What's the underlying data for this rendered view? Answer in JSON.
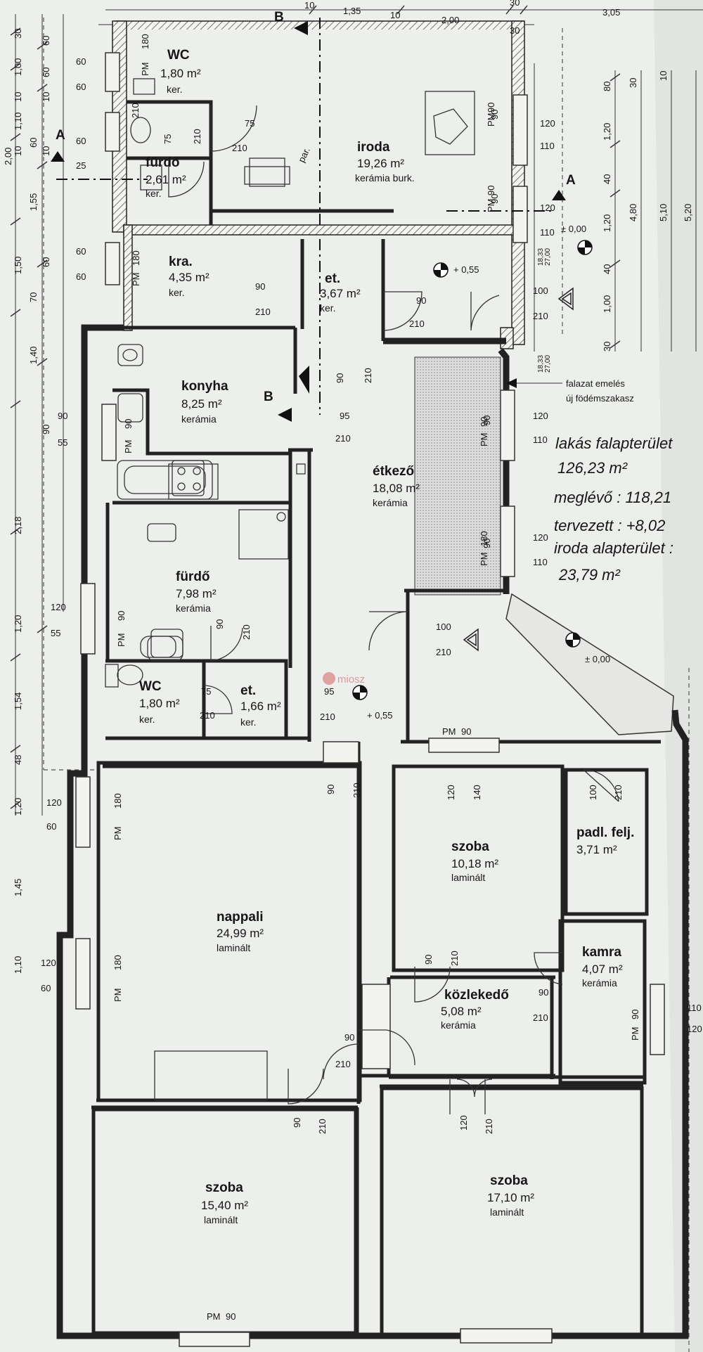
{
  "rooms": [
    {
      "name": "WC",
      "area": "1,80 m²",
      "finish": "ker."
    },
    {
      "name": "iroda",
      "area": "19,26 m²",
      "finish": "kerámia burk."
    },
    {
      "name": "fürdő",
      "area": "2,61 m²",
      "finish": "ker."
    },
    {
      "name": "kra.",
      "area": "4,35 m²",
      "finish": "ker."
    },
    {
      "name": "et.",
      "area": "3,67 m²",
      "finish": "ker."
    },
    {
      "name": "konyha",
      "area": "8,25 m²",
      "finish": "kerámia"
    },
    {
      "name": "étkező",
      "area": "18,08 m²",
      "finish": "kerámia"
    },
    {
      "name": "fürdő",
      "area": "7,98 m²",
      "finish": "kerámia"
    },
    {
      "name": "WC",
      "area": "1,80 m²",
      "finish": "ker."
    },
    {
      "name": "et.",
      "area": "1,66 m²",
      "finish": "ker."
    },
    {
      "name": "nappali",
      "area": "24,99 m²",
      "finish": "laminált"
    },
    {
      "name": "szoba",
      "area": "10,18 m²",
      "finish": "laminált"
    },
    {
      "name": "padl. felj.",
      "area": "3,71 m²",
      "finish": ""
    },
    {
      "name": "kamra",
      "area": "4,07 m²",
      "finish": "kerámia"
    },
    {
      "name": "közlekedő",
      "area": "5,08 m²",
      "finish": "kerámia"
    },
    {
      "name": "szoba",
      "area": "15,40 m²",
      "finish": "laminált"
    },
    {
      "name": "szoba",
      "area": "17,10 m²",
      "finish": "laminált"
    }
  ],
  "notes": {
    "handwritten": [
      "lakás falapterület",
      "126,23 m²",
      "meglévő : 118,21",
      "tervezett : +8,02",
      "iroda alapterület :",
      "23,79 m²"
    ],
    "wall_note": [
      "falazat emelés",
      "új födémszakasz"
    ],
    "levels": [
      "± 0,00",
      "+ 0,55",
      "± 0,00",
      "+ 0,55"
    ],
    "section_marks": [
      "A",
      "A",
      "B",
      "B"
    ],
    "par_label": "par.",
    "watermark": "miosz"
  },
  "dimensions": {
    "top": [
      "10",
      "1,35",
      "10",
      "2,00",
      "30",
      "3,05",
      "30"
    ],
    "left_outer": [
      "30",
      "1,00",
      "10",
      "1,10",
      "10",
      "2,00",
      "1,55",
      "1,50",
      "70",
      "1,40",
      "90",
      "2,18",
      "1,20",
      "1,54",
      "48",
      "1,20",
      "1,45",
      "1,10"
    ],
    "left_inner": [
      "60",
      "60",
      "10",
      "10",
      "60",
      "25",
      "60",
      "60"
    ],
    "right": [
      "80",
      "30",
      "10",
      "1,20",
      "40",
      "1,20",
      "4,80",
      "5,10",
      "5,20",
      "40",
      "1,00",
      "30",
      "18,33",
      "27,00",
      "18,33",
      "27,00"
    ],
    "openings": [
      "60",
      "60",
      "60",
      "60",
      "75",
      "210",
      "75",
      "210",
      "210",
      "90",
      "120",
      "110",
      "90",
      "120",
      "110",
      "90",
      "210",
      "90",
      "210",
      "100",
      "210",
      "90",
      "210",
      "95",
      "210",
      "90",
      "120",
      "110",
      "90",
      "120",
      "110",
      "90",
      "55",
      "120",
      "55",
      "100",
      "210",
      "90",
      "210",
      "75",
      "210",
      "95",
      "210",
      "90",
      "210",
      "120",
      "140",
      "100",
      "210",
      "120",
      "60",
      "120",
      "60",
      "90",
      "210",
      "90",
      "210",
      "90",
      "210",
      "90",
      "210",
      "120",
      "210",
      "110",
      "120"
    ],
    "window_marks": [
      "PM",
      "PM",
      "PM",
      "PM",
      "PM",
      "PM",
      "PM",
      "PM",
      "PM",
      "PM",
      "PM",
      "PM",
      "PM"
    ],
    "window_sizes": [
      "180",
      "90",
      "90",
      "180",
      "90",
      "90",
      "180",
      "90",
      "180",
      "180",
      "90",
      "90",
      "90"
    ]
  }
}
